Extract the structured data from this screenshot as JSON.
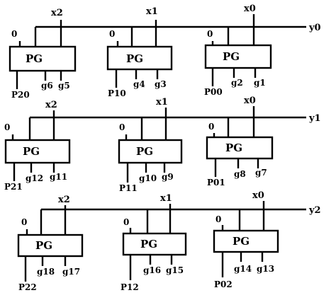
{
  "rows": [
    {
      "y_label": "y0",
      "cells": [
        {
          "x_label": "x2",
          "zero": "0",
          "box": "PG",
          "p_out": "P20",
          "g_a": "g6",
          "g_b": "g5"
        },
        {
          "x_label": "x1",
          "zero": "0",
          "box": "PG",
          "p_out": "P10",
          "g_a": "g4",
          "g_b": "g3"
        },
        {
          "x_label": "x0",
          "zero": "0",
          "box": "PG",
          "p_out": "P00",
          "g_a": "g2",
          "g_b": "g1"
        }
      ]
    },
    {
      "y_label": "y1",
      "cells": [
        {
          "x_label": "x2",
          "zero": "0",
          "box": "PG",
          "p_out": "P21",
          "g_a": "g12",
          "g_b": "g11"
        },
        {
          "x_label": "x1",
          "zero": "0",
          "box": "PG",
          "p_out": "P11",
          "g_a": "g10",
          "g_b": "g9"
        },
        {
          "x_label": "x0",
          "zero": "0",
          "box": "PG",
          "p_out": "P01",
          "g_a": "g8",
          "g_b": "g7"
        }
      ]
    },
    {
      "y_label": "y2",
      "cells": [
        {
          "x_label": "x2",
          "zero": "0",
          "box": "PG",
          "p_out": "P22",
          "g_a": "g18",
          "g_b": "g17"
        },
        {
          "x_label": "x1",
          "zero": "0",
          "box": "PG",
          "p_out": "P12",
          "g_a": "g16",
          "g_b": "g15"
        },
        {
          "x_label": "x0",
          "zero": "0",
          "box": "PG",
          "p_out": "P02",
          "g_a": "g14",
          "g_b": "g13"
        }
      ]
    }
  ]
}
